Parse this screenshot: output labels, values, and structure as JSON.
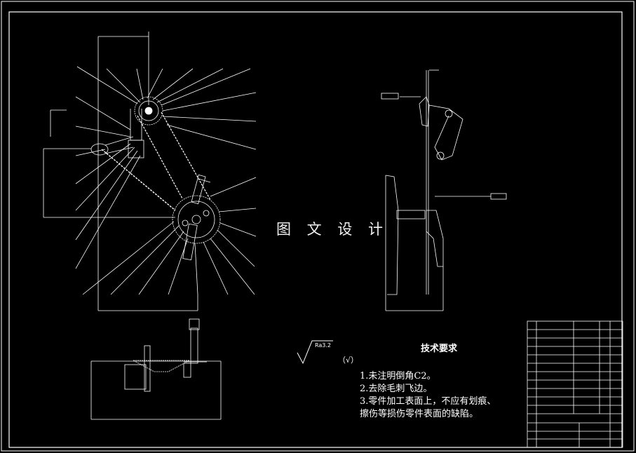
{
  "watermark": "图 文 设 计",
  "roughness": {
    "value": "Ra3.2",
    "general": "（√）"
  },
  "technical_requirements": {
    "title": "技术要求",
    "items": [
      "1.未注明倒角C2。",
      "2.去除毛刺飞边。",
      "3.零件加工表面上，不应有划痕、",
      "擦伤等损伤零件表面的缺陷。"
    ]
  },
  "colors": {
    "background": "#000000",
    "lines": "#ffffff",
    "border": "#ffffff"
  }
}
